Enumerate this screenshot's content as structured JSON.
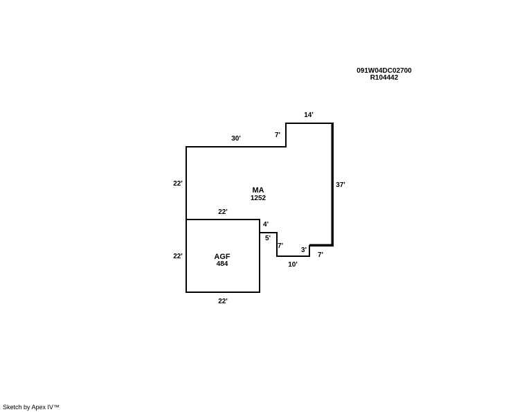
{
  "header": {
    "parcel_id": "091W04DC02700",
    "record_id": "R104442"
  },
  "areas": {
    "main": {
      "name": "MA",
      "size": "1252"
    },
    "garage": {
      "name": "AGF",
      "size": "484"
    }
  },
  "dimensions": {
    "ma_top_left": "30'",
    "ma_step_up": "7'",
    "ma_top_right": "14'",
    "ma_right": "37'",
    "ma_left": "22'",
    "ma_bottom_jog_short": "7'",
    "ma_bottom_jog_width": "3'",
    "ma_bottom_run": "10'",
    "ma_notch_depth": "7'",
    "ma_notch_width": "5'",
    "ma_notch_top": "4'",
    "garage_top": "22'",
    "garage_left": "22'",
    "garage_bottom": "22'"
  },
  "footer": {
    "credit": "Sketch by Apex IV™"
  }
}
